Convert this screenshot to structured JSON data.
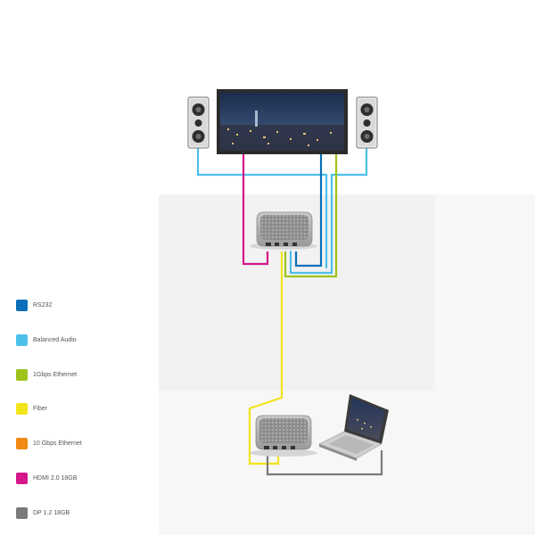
{
  "legend": [
    {
      "label": "RS232",
      "color": "#0a6fb8"
    },
    {
      "label": "Balanced Audio",
      "color": "#4cc0ea"
    },
    {
      "label": "1Gbps Ethernet",
      "color": "#9ec41c"
    },
    {
      "label": "Fiber",
      "color": "#f2e41a"
    },
    {
      "label": "10 Gbps Ethernet",
      "color": "#f08a13"
    },
    {
      "label": "HDMI 2.0 18GB",
      "color": "#d4178a"
    },
    {
      "label": "DP 1.2 18GB",
      "color": "#7a7a7a"
    }
  ],
  "devices": {
    "display": "display-screen",
    "speakers": [
      "speaker-left",
      "speaker-right"
    ],
    "receiver": "receiver-unit",
    "transmitter": "transmitter-unit",
    "laptop": "laptop"
  }
}
